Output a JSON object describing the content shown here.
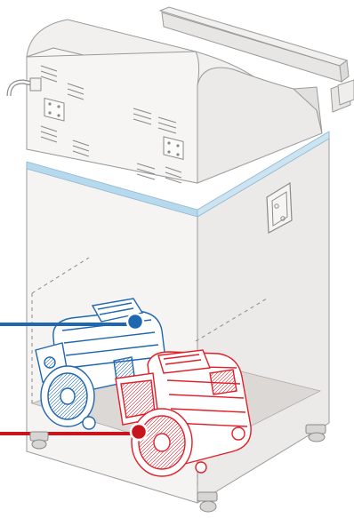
{
  "colors": {
    "background": "#ffffff",
    "cabinet_fill": "#f3f2f1",
    "cabinet_shade": "#e6e5e4",
    "cabinet_outline": "#9a9a9a",
    "floor_fill": "#d9d5d2",
    "blue_part": "#1f67b1",
    "blue_leader": "#1f67b1",
    "red_part": "#e0202a",
    "red_leader": "#c8141b",
    "rail_blue": "#b7d9ee"
  },
  "parts": [
    {
      "name": "rear-compressor",
      "color_key": "blue_part",
      "icon": "compressor-icon"
    },
    {
      "name": "front-compressor",
      "color_key": "red_part",
      "icon": "compressor-icon"
    }
  ],
  "features": {
    "lid_icon": "vented-lid",
    "hinge_icon": "hinge-icon",
    "handle_icon": "side-handle-icon",
    "cable_icon": "power-cord-icon",
    "caster_icon": "caster-wheel-icon"
  }
}
